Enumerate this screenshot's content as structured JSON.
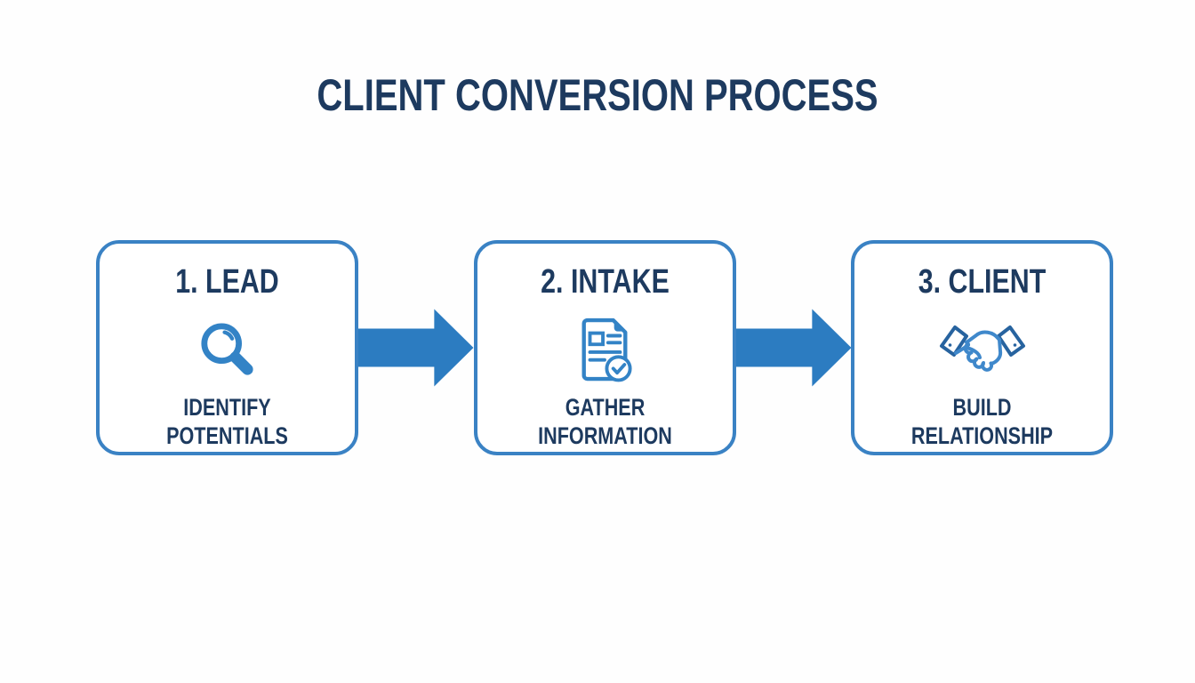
{
  "page": {
    "title": "CLIENT CONVERSION PROCESS"
  },
  "colors": {
    "title_text": "#1d3a5f",
    "box_border": "#3a82c4",
    "arrow_fill": "#2c7cc1",
    "icon_blue": "#3383c6",
    "icon_dark_blue": "#27639f",
    "background": "#fefefe"
  },
  "steps": [
    {
      "label": "1. LEAD",
      "icon": "magnifier-icon",
      "description": [
        "IDENTIFY",
        "POTENTIALS"
      ]
    },
    {
      "label": "2. INTAKE",
      "icon": "document-check-icon",
      "description": [
        "GATHER",
        "INFORMATION"
      ]
    },
    {
      "label": "3. CLIENT",
      "icon": "handshake-icon",
      "description": [
        "BUILD",
        "RELATIONSHIP"
      ]
    }
  ]
}
